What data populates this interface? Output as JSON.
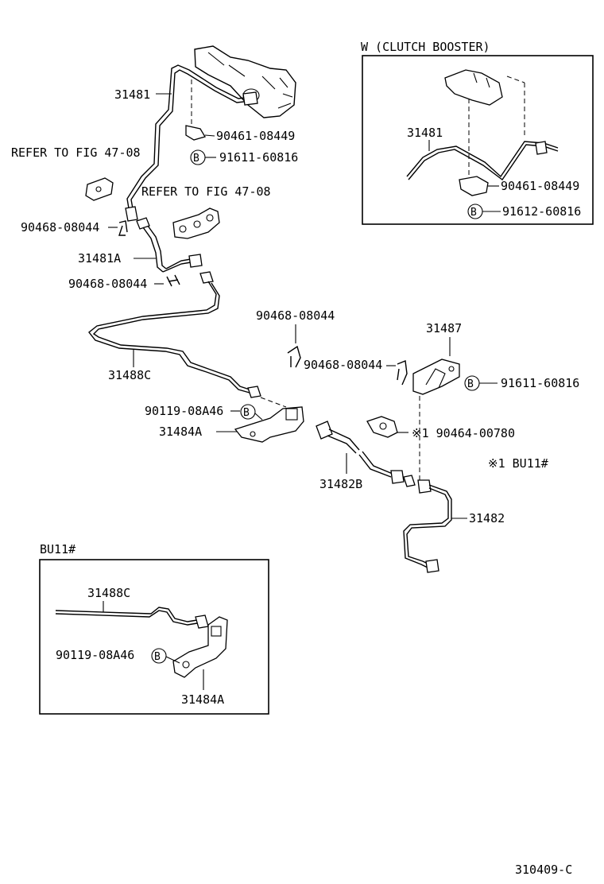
{
  "labels": {
    "p31481_main": "31481",
    "p90461_main": "90461-08449",
    "p91611_main": "91611-60816",
    "refer1": "REFER TO FIG 47-08",
    "refer2": "REFER TO FIG 47-08",
    "p90468_a": "90468-08044",
    "p31481a": "31481A",
    "p90468_b": "90468-08044",
    "p90468_c": "90468-08044",
    "p90468_d": "90468-08044",
    "p31488c_main": "31488C",
    "p90119_main": "90119-08A46",
    "p31484a_main": "31484A",
    "p31487": "31487",
    "p91611_b": "91611-60816",
    "p90464": "※1 90464-00780",
    "note_bu11": "※1 BU11#",
    "p31482b": "31482B",
    "p31482": "31482",
    "inset_w_title": "W (CLUTCH BOOSTER)",
    "inset_w_31481": "31481",
    "inset_w_90461": "90461-08449",
    "inset_w_91612": "91612-60816",
    "inset_bu_title": "BU11#",
    "inset_bu_31488c": "31488C",
    "inset_bu_90119": "90119-08A46",
    "inset_bu_31484a": "31484A",
    "diagram_code": "310409-C"
  },
  "symbols": {
    "bolt_marker": "B"
  }
}
